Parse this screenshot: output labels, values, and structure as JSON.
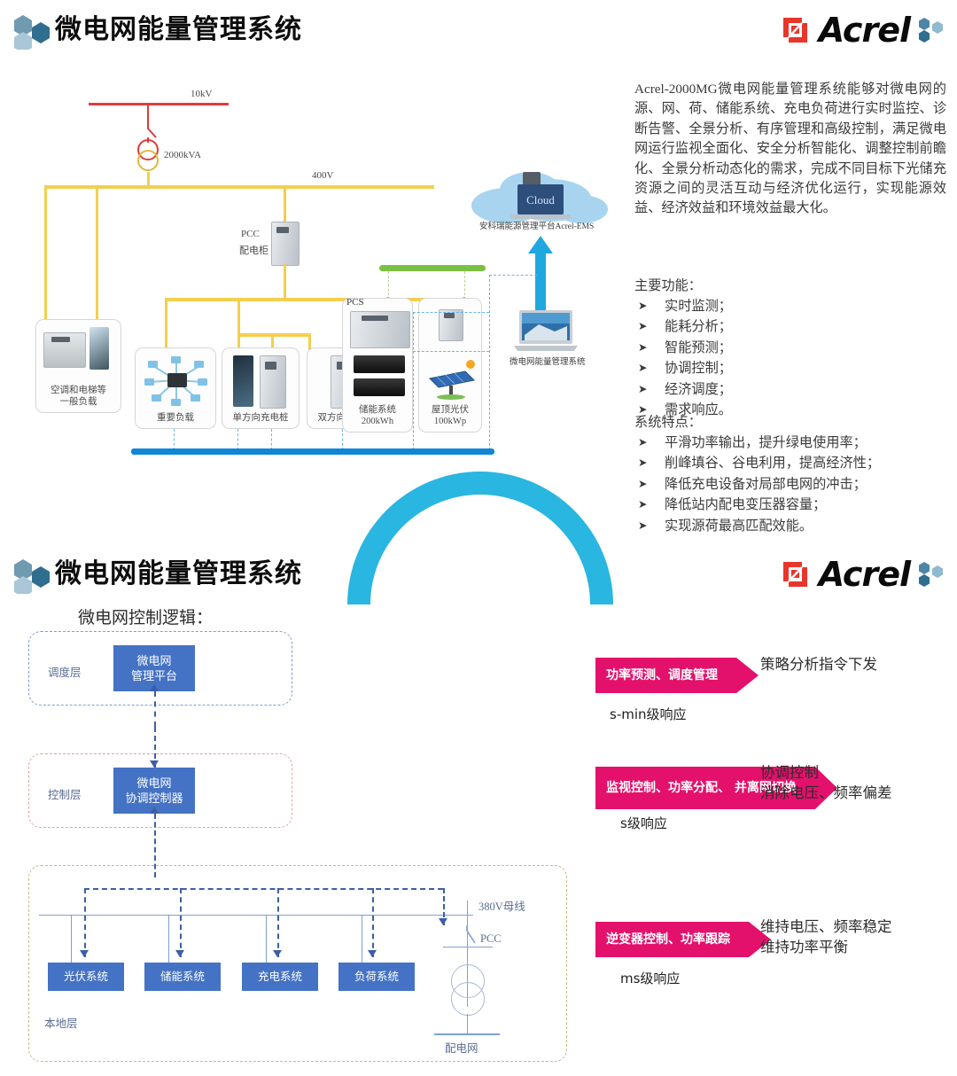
{
  "brand": {
    "name": "Acrel",
    "mark_color": "#e8362b",
    "dot_color": "#4b86a8"
  },
  "header": {
    "title": "微电网能量管理系统",
    "logo_name": "hexagon-logo"
  },
  "header2": {
    "title": "微电网能量管理系统"
  },
  "description": "Acrel-2000MG微电网能量管理系统能够对微电网的源、网、荷、储能系统、充电负荷进行实时监控、诊断告警、全景分析、有序管理和高级控制，满足微电网运行监视全面化、安全分析智能化、调整控制前瞻化、全景分析动态化的需求，完成不同目标下光储充资源之间的灵活互动与经济优化运行，实现能源效益、经济效益和环境效益最大化。",
  "functions": {
    "heading": "主要功能：",
    "items": [
      "实时监测；",
      "能耗分析；",
      "智能预测；",
      "协调控制；",
      "经济调度；",
      "需求响应。"
    ]
  },
  "characteristics": {
    "heading": "系统特点：",
    "items": [
      "平滑功率输出，提升绿电使用率；",
      "削峰填谷、谷电利用，提高经济性；",
      "降低充电设备对局部电网的冲击；",
      "降低站内配电变压器容量；",
      "实现源荷最高匹配效能。"
    ]
  },
  "diagram": {
    "voltage_hv": "10kV",
    "transformer": "2000kVA",
    "voltage_lv": "400V",
    "pcc_line1": "PCC",
    "pcc_line2": "配电柜",
    "pcs": "PCS",
    "cloud_text": "Cloud",
    "cloud_caption": "安科瑞能源管理平台Acrel-EMS",
    "laptop_caption": "微电网能量管理系统",
    "equipment": [
      {
        "line1": "空调和电梯等",
        "line2": "一般负载"
      },
      {
        "line1": "重要负载",
        "line2": ""
      },
      {
        "line1": "单方向充电桩",
        "line2": ""
      },
      {
        "line1": "双方向充电桩",
        "line2": ""
      },
      {
        "line1": "储能系统",
        "line2": "200kWh"
      },
      {
        "line1": "屋顶光伏",
        "line2": "100kWp"
      }
    ],
    "colors": {
      "hv_bus": "#e23b3b",
      "lv_bus": "#f2cf50",
      "comm_bus": "#0f87d6",
      "pv_bus": "#7ac143",
      "arc": "#29b6e0"
    }
  },
  "control_logic": {
    "title": "微电网控制逻辑：",
    "layers": [
      {
        "name": "调度层",
        "box_line1": "微电网",
        "box_line2": "管理平台"
      },
      {
        "name": "控制层",
        "box_line1": "微电网",
        "box_line2": "协调控制器"
      },
      {
        "name": "本地层",
        "box_line1": "",
        "box_line2": ""
      }
    ],
    "local_boxes": [
      "光伏系统",
      "储能系统",
      "充电系统",
      "负荷系统"
    ],
    "bus_label": "380V母线",
    "pcc_label": "PCC",
    "grid_label": "配电网"
  },
  "banners": [
    {
      "label": "功率预测、调度管理",
      "outcome": "策略分析指令下发",
      "response": "s-min级响应"
    },
    {
      "label": "监视控制、功率分配、\n并离网切换",
      "outcome": "协调控制\n消除电压、频率偏差",
      "response": "s级响应"
    },
    {
      "label": "逆变器控制、功率跟踪",
      "outcome": "维持电压、频率稳定\n维持功率平衡",
      "response": "ms级响应"
    }
  ]
}
